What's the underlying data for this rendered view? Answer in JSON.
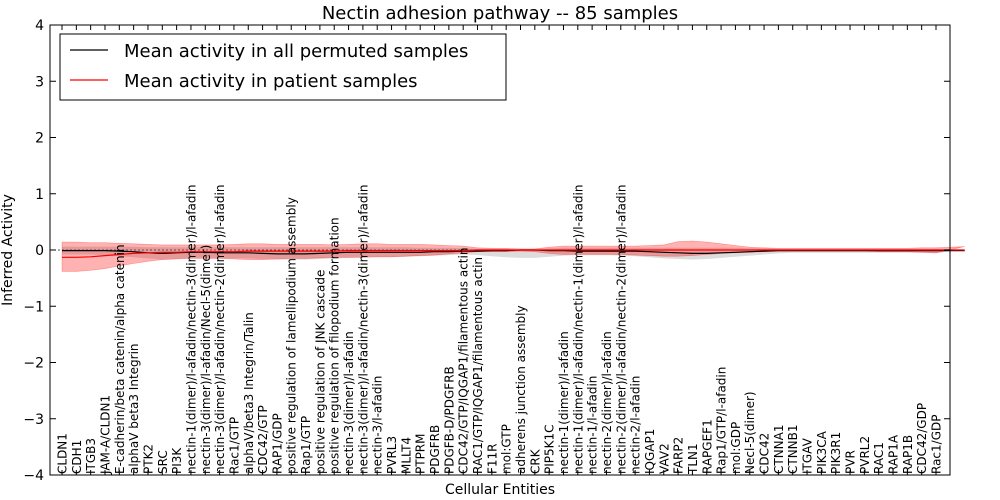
{
  "chart_data": {
    "type": "line",
    "title": "Nectin adhesion pathway -- 85 samples",
    "xlabel": "Cellular Entities",
    "ylabel": "Inferred Activity",
    "ylim": [
      -4,
      4
    ],
    "yticks": [
      -4,
      -3,
      -2,
      -1,
      0,
      1,
      2,
      3,
      4
    ],
    "grid": false,
    "legend_position": "top-left",
    "categories": [
      "CLDN1",
      "CDH1",
      "ITGB3",
      "JAM-A/CLDN1",
      "E-cadherin/beta catenin/alpha catenin",
      "alphaV beta3 Integrin",
      "PTK2",
      "SRC",
      "PI3K",
      "nectin-1(dimer)/l-afadin/nectin-3(dimer)/l-afadin",
      "nectin-3(dimer)/l-afadin/Necl-5(dimer)",
      "nectin-3(dimer)/l-afadin/nectin-2(dimer)/l-afadin",
      "Rac1/GTP",
      "alphaV/beta3 Integrin/Talin",
      "CDC42/GTP",
      "RAP1/GDP",
      "positive regulation of lamellipodium assembly",
      "Rap1/GTP",
      "positive regulation of JNK cascade",
      "positive regulation of filopodium formation",
      "nectin-3(dimer)/l-afadin",
      "nectin-3(dimer)/l-afadin/nectin-3(dimer)/l-afadin",
      "nectin-3/l-afadin",
      "PVRL3",
      "MLLT4",
      "PTPRM",
      "PDGFRB",
      "PDGFB-D/PDGFRB",
      "CDC42/GTP/IQGAP1/filamentous actin",
      "RAC1/GTP/IQGAP1/filamentous actin",
      "F11R",
      "mol:GTP",
      "adherens junction assembly",
      "CRK",
      "PIP5K1C",
      "nectin-1(dimer)/l-afadin",
      "nectin-1(dimer)/l-afadin/nectin-1(dimer)/l-afadin",
      "nectin-1/l-afadin",
      "nectin-2(dimer)/l-afadin",
      "nectin-2(dimer)/l-afadin/nectin-2(dimer)/l-afadin",
      "nectin-2/l-afadin",
      "IQGAP1",
      "VAV2",
      "FARP2",
      "TLN1",
      "RAPGEF1",
      "Rap1/GTP/l-afadin",
      "mol:GDP",
      "Necl-5(dimer)",
      "CDC42",
      "CTNNA1",
      "CTNNB1",
      "ITGAV",
      "PIK3CA",
      "PIK3R1",
      "PVR",
      "PVRL2",
      "RAC1",
      "RAP1A",
      "RAP1B",
      "CDC42/GDP",
      "Rac1/GDP"
    ],
    "series": [
      {
        "name": "Mean activity in all permuted samples",
        "color": "#000000",
        "values": [
          -0.01,
          -0.01,
          -0.01,
          -0.01,
          -0.02,
          -0.03,
          -0.05,
          -0.06,
          -0.05,
          -0.04,
          -0.04,
          -0.05,
          -0.05,
          -0.05,
          -0.06,
          -0.07,
          -0.07,
          -0.07,
          -0.06,
          -0.05,
          -0.04,
          -0.04,
          -0.04,
          -0.04,
          -0.04,
          -0.04,
          -0.03,
          -0.03,
          -0.02,
          -0.02,
          -0.01,
          -0.01,
          0.0,
          0.0,
          -0.01,
          -0.01,
          -0.02,
          -0.02,
          -0.02,
          -0.02,
          -0.02,
          -0.03,
          -0.04,
          -0.05,
          -0.06,
          -0.06,
          -0.05,
          -0.04,
          -0.03,
          -0.02,
          -0.01,
          -0.01,
          -0.01,
          -0.01,
          -0.01,
          -0.01,
          -0.01,
          -0.01,
          -0.01,
          -0.01,
          -0.01,
          -0.01,
          -0.01,
          -0.01
        ],
        "band_upper": [
          0.06,
          0.06,
          0.06,
          0.06,
          0.06,
          0.06,
          0.05,
          0.05,
          0.05,
          0.05,
          0.05,
          0.05,
          0.05,
          0.05,
          0.05,
          0.05,
          0.05,
          0.05,
          0.05,
          0.05,
          0.05,
          0.05,
          0.05,
          0.05,
          0.05,
          0.04,
          0.04,
          0.04,
          0.03,
          0.02,
          0.02,
          0.02,
          0.01,
          0.02,
          0.03,
          0.04,
          0.04,
          0.04,
          0.04,
          0.04,
          0.04,
          0.04,
          0.04,
          0.04,
          0.04,
          0.04,
          0.04,
          0.04,
          0.03,
          0.03,
          0.02,
          0.02,
          0.02,
          0.02,
          0.02,
          0.02,
          0.02,
          0.02,
          0.02,
          0.02,
          0.02,
          0.02,
          0.02,
          0.02
        ],
        "band_lower": [
          -0.08,
          -0.08,
          -0.08,
          -0.09,
          -0.11,
          -0.13,
          -0.15,
          -0.17,
          -0.16,
          -0.14,
          -0.14,
          -0.15,
          -0.15,
          -0.15,
          -0.16,
          -0.17,
          -0.17,
          -0.17,
          -0.16,
          -0.15,
          -0.14,
          -0.13,
          -0.13,
          -0.13,
          -0.12,
          -0.11,
          -0.1,
          -0.09,
          -0.08,
          -0.09,
          -0.11,
          -0.13,
          -0.14,
          -0.14,
          -0.12,
          -0.1,
          -0.09,
          -0.09,
          -0.09,
          -0.1,
          -0.11,
          -0.13,
          -0.15,
          -0.16,
          -0.17,
          -0.16,
          -0.14,
          -0.12,
          -0.1,
          -0.08,
          -0.06,
          -0.05,
          -0.05,
          -0.05,
          -0.05,
          -0.05,
          -0.05,
          -0.05,
          -0.05,
          -0.05,
          -0.05,
          -0.06,
          -0.08,
          -0.09
        ]
      },
      {
        "name": "Mean activity in patient samples",
        "color": "#ff0000",
        "values": [
          -0.13,
          -0.13,
          -0.12,
          -0.1,
          -0.08,
          -0.06,
          -0.05,
          -0.04,
          -0.04,
          -0.03,
          -0.03,
          -0.03,
          -0.03,
          -0.02,
          -0.02,
          -0.02,
          -0.02,
          -0.02,
          -0.02,
          -0.02,
          -0.01,
          -0.01,
          -0.01,
          -0.01,
          -0.01,
          -0.01,
          -0.01,
          -0.01,
          -0.01,
          0.0,
          0.0,
          0.0,
          0.0,
          0.0,
          0.0,
          0.0,
          0.0,
          0.0,
          0.0,
          0.0,
          0.0,
          0.0,
          0.0,
          0.0,
          0.0,
          0.0,
          0.0,
          0.0,
          0.0,
          0.0,
          0.0,
          0.0,
          0.0,
          0.0,
          0.0,
          0.0,
          0.0,
          0.0,
          0.0,
          0.0,
          0.0,
          0.0,
          0.0,
          0.0
        ],
        "band_upper": [
          0.14,
          0.14,
          0.13,
          0.13,
          0.12,
          0.11,
          0.1,
          0.09,
          0.09,
          0.09,
          0.09,
          0.09,
          0.1,
          0.11,
          0.11,
          0.1,
          0.1,
          0.1,
          0.1,
          0.09,
          0.1,
          0.11,
          0.11,
          0.1,
          0.1,
          0.1,
          0.09,
          0.08,
          0.07,
          0.04,
          0.03,
          0.03,
          0.02,
          0.02,
          0.05,
          0.07,
          0.07,
          0.07,
          0.07,
          0.07,
          0.07,
          0.08,
          0.09,
          0.15,
          0.16,
          0.14,
          0.11,
          0.08,
          0.05,
          0.04,
          0.03,
          0.03,
          0.03,
          0.03,
          0.03,
          0.03,
          0.03,
          0.03,
          0.03,
          0.03,
          0.04,
          0.04,
          0.05,
          0.06
        ],
        "band_lower": [
          -0.38,
          -0.38,
          -0.36,
          -0.33,
          -0.28,
          -0.24,
          -0.2,
          -0.17,
          -0.16,
          -0.15,
          -0.15,
          -0.15,
          -0.16,
          -0.17,
          -0.17,
          -0.16,
          -0.15,
          -0.15,
          -0.14,
          -0.13,
          -0.13,
          -0.13,
          -0.12,
          -0.12,
          -0.11,
          -0.1,
          -0.09,
          -0.07,
          -0.05,
          -0.03,
          -0.03,
          -0.03,
          -0.02,
          -0.03,
          -0.06,
          -0.08,
          -0.08,
          -0.08,
          -0.08,
          -0.08,
          -0.09,
          -0.1,
          -0.11,
          -0.11,
          -0.1,
          -0.08,
          -0.06,
          -0.05,
          -0.04,
          -0.03,
          -0.02,
          -0.02,
          -0.02,
          -0.02,
          -0.02,
          -0.02,
          -0.02,
          -0.03,
          -0.03,
          -0.03,
          -0.04,
          -0.05,
          -0.07,
          -0.08
        ]
      }
    ]
  }
}
